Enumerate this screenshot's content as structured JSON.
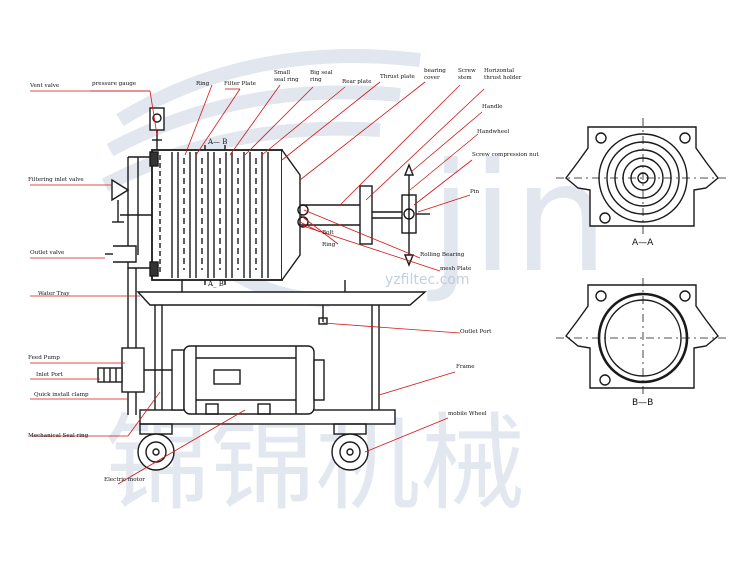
{
  "watermark": {
    "url": "yzfiltec.com",
    "logo_text": "jin",
    "chinese_text": "锦锦机械"
  },
  "section_labels": {
    "aa": "A—A",
    "bb": "B—B"
  },
  "diagram_marks": {
    "ab_top": "A— B",
    "ab_bottom": "A_ B"
  },
  "labels": {
    "vent_valve": "Vent valve",
    "pressure_gauge": "pressure gauge",
    "ring": "Ring",
    "filter_plate": "Filter Plate",
    "small_seal_ring": "Small seal ring",
    "big_seal_ring": "Big seal ring",
    "rear_plate": "Rear plate",
    "thrust_plate": "Thrust plate",
    "bearing_cover": "bearing cover",
    "screw_stem": "Screw stem",
    "horizontal_thrust_holder": "Horizontal thrust holder",
    "handle": "Handle",
    "handwheel": "Handwheel",
    "screw_compression_nut": "Screw compression nut",
    "pin": "Pin",
    "filtering_inlet_valve": "Filtering inlet valve",
    "bolt": "Bolt",
    "rolling_bearing": "Rolling Bearing",
    "mesh_plate": "mesh Plate",
    "outlet_valve": "Outlet valve",
    "water_tray": "Water Tray",
    "outlet_port": "Outlet Port",
    "feed_pump": "Feed Pump",
    "inlet_port": "Inlet Port",
    "frame": "Frame",
    "quick_install_clamp": "Quick install clamp",
    "mobile_wheel": "mobile Wheel",
    "mechanical_seal_ring": "Mechanical Seal ring",
    "electric_motor": "Electric motor"
  },
  "colors": {
    "leader_line": "#d01818",
    "drawing": "#1a1a1a",
    "watermark": "#c9d3e3"
  }
}
